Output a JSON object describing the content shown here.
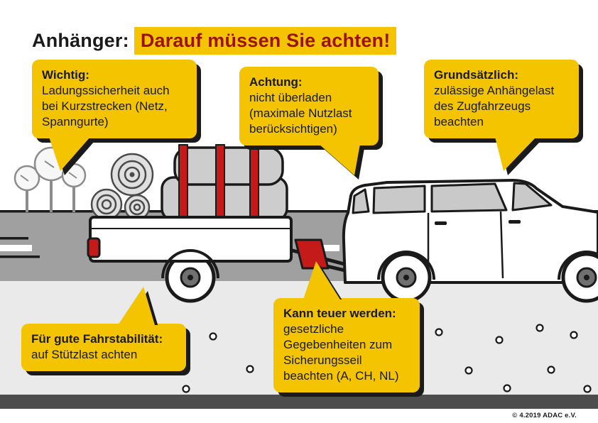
{
  "title": {
    "prefix": "Anhänger:",
    "highlight": "Darauf müssen Sie achten!"
  },
  "bubbles": {
    "wichtig": {
      "heading": "Wichtig:",
      "body": "Ladungssicherheit auch bei Kurzstrecken (Netz, Spanngurte)"
    },
    "achtung": {
      "heading": "Achtung:",
      "body": "nicht überladen (maximale Nutzlast berücksichtigen)"
    },
    "grundsaetzlich": {
      "heading": "Grundsätzlich:",
      "body": "zulässige Anhängelast des Zugfahrzeugs beachten"
    },
    "fahrstabilitaet": {
      "heading": "Für gute Fahrstabilität:",
      "body": "auf Stützlast achten"
    },
    "teuer": {
      "heading": "Kann teuer werden:",
      "body": "gesetzliche Gegebenhei­ten zum Sicherungsseil beachten (A, CH, NL)"
    }
  },
  "footer": {
    "copyright": "© 4.2019 ADAC e.V."
  },
  "colors": {
    "accent_yellow": "#F5C400",
    "title_red": "#9C1212",
    "strap_red": "#C41A1A",
    "outline_black": "#1A1A1A",
    "road_gray": "#A0A0A0",
    "ground_gray": "#EAEAEA",
    "bottom_strip_gray": "#4D4D4D"
  },
  "scene": {
    "elements": [
      "trailer-with-cargo-illustration",
      "towing-suv-illustration",
      "road",
      "trees",
      "pebbles",
      "red-coupling-highlight",
      "red-cargo-straps",
      "trailer-taillight"
    ]
  }
}
